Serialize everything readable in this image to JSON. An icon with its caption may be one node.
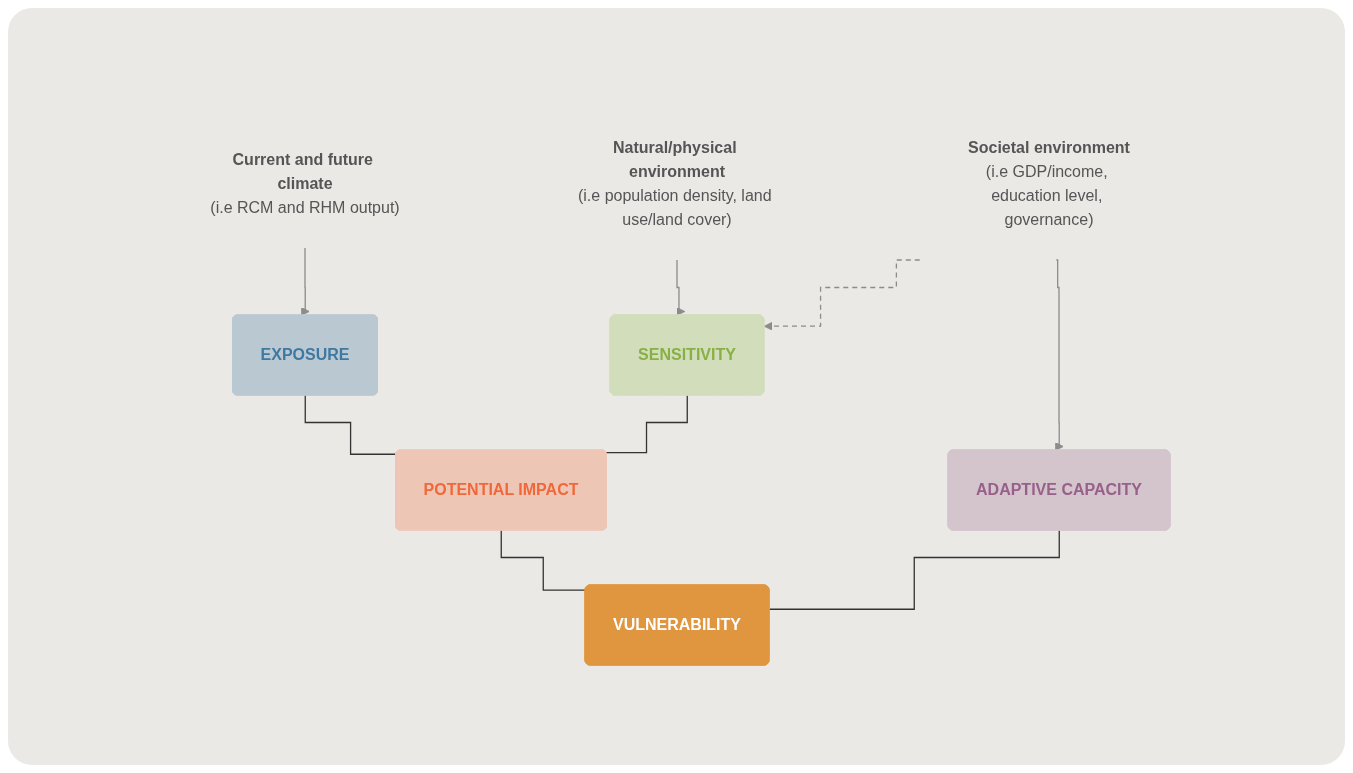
{
  "diagram": {
    "nodes": [
      {
        "text": [
          "Current and future climate",
          "(i.e RCM and RHM output)"
        ]
      },
      {
        "text": [
          "Natural/physical environment",
          "(i.e population density, land use/land cover)"
        ]
      },
      {
        "text": [
          "EXPOSURE"
        ]
      },
      {
        "text": [
          "SENSITIVITY"
        ]
      },
      {
        "text": [
          "POTENTIAL IMPACT"
        ]
      },
      {
        "text": [
          "ADAPTIVE CAPACITY"
        ]
      },
      {
        "text": [
          "VULNERABILITY"
        ]
      },
      {
        "text": [
          "Societal environment",
          "(i.e GDP/income, education level, governance)"
        ]
      }
    ],
    "edges": [
      {
        "from": 0,
        "to": 2,
        "arrow": "to",
        "color": "#8c8c8c"
      },
      {
        "from": 1,
        "to": 3,
        "arrow": "to",
        "color": "#8c8c8c"
      },
      {
        "from": 2,
        "to": 4,
        "arrow": "none"
      },
      {
        "from": 3,
        "to": 4,
        "arrow": "none"
      },
      {
        "from": 4,
        "to": 6,
        "arrow": "none"
      },
      {
        "from": 5,
        "to": 6,
        "arrow": "none"
      },
      {
        "from": 7,
        "to": 5,
        "arrow": "to",
        "color": "#8c8c8c"
      },
      {
        "from": 7,
        "to": 3,
        "arrow": "to",
        "style": "dashed",
        "color": "#8c8c8c"
      }
    ]
  }
}
